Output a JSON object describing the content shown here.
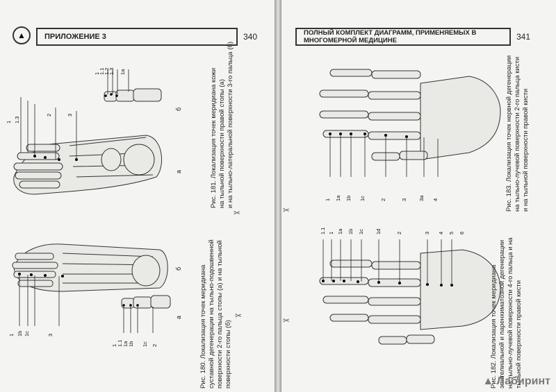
{
  "left_page": {
    "header": "ПРИЛОЖЕНИЕ 3",
    "page_number": "340",
    "fig180": {
      "caption_lines": [
        "Рис. 180. Локализация точек меридиана",
        "суставной дегенерации на тыльно-подошвенной",
        "поверхности 2-го пальца стопы (а) и на тыльной",
        "поверхности стопы (б)"
      ],
      "labels_main": [
        "1",
        "1b",
        "1c",
        "3"
      ],
      "labels_small": [
        "1",
        "1.1",
        "1a",
        "1b",
        "1c",
        "2"
      ],
      "sub_a": "а",
      "sub_b": "б"
    },
    "fig181": {
      "caption_lines": [
        "Рис. 181. Локализация точек меридиана кожи",
        "на тыльной поверхности правой стопы (а)",
        "и на тыльно-латеральной поверхности 3-го пальца (б)"
      ],
      "labels_main": [
        "1",
        "1.3",
        "2",
        "3"
      ],
      "labels_small": [
        "1",
        "1.1",
        "1.2",
        "1.3",
        "1a"
      ],
      "sub_a": "а",
      "sub_b": "б"
    }
  },
  "right_page": {
    "header": "ПОЛНЫЙ КОМПЛЕКТ ДИАГРАММ, ПРИМЕНЯЕМЫХ В МНОГОМЕРНОЙ МЕДИЦИНЕ",
    "page_number": "341",
    "fig183": {
      "caption_lines": [
        "Рис. 183. Локализация точек нервной дегенерации",
        "на тыльно-лучевой поверхности 2-го пальца кисти",
        "и на тыльной поверхности правой кисти"
      ],
      "labels": [
        "1",
        "1a",
        "1b",
        "1c",
        "2",
        "3",
        "3a",
        "4"
      ]
    },
    "fig182": {
      "caption_lines": [
        "Рис. 182. Локализация точек меридиана",
        "эпителиальной и паренхиматозной дегенерации",
        "на тыльно-лучевой поверхности 4-го пальца и на",
        "тыльной поверхности правой кисти"
      ],
      "labels": [
        "1.1",
        "1",
        "1a",
        "1b",
        "1c",
        "1d",
        "2",
        "3",
        "4",
        "5",
        "6"
      ]
    },
    "watermark": "Лабиринт"
  },
  "colors": {
    "paper": "#f4f4f2",
    "ink": "#222222",
    "bone_fill": "#e9e9e6"
  }
}
